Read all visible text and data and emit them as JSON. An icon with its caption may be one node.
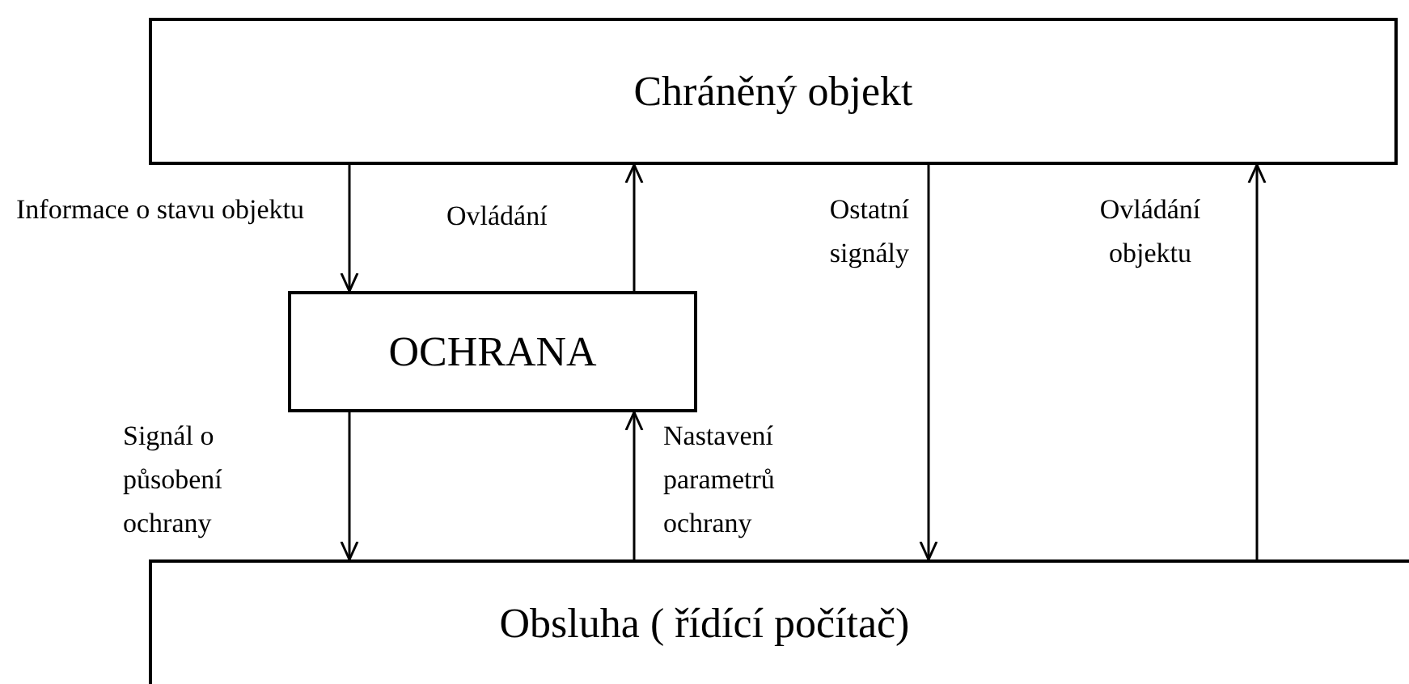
{
  "diagram": {
    "nodes": [
      {
        "text": [
          "Chráněný objekt"
        ]
      },
      {
        "text": [
          "OCHRANA"
        ]
      },
      {
        "text": [
          "Obsluha ( řídící počítač)"
        ]
      }
    ],
    "edges": [
      {
        "from": 0,
        "to": 1,
        "arrow": "to",
        "label": "Informace o stavu objektu"
      },
      {
        "from": 1,
        "to": 0,
        "arrow": "to",
        "label": "Ovládání"
      },
      {
        "from": 0,
        "to": 2,
        "arrow": "to",
        "label": "Ostatní signály"
      },
      {
        "from": 2,
        "to": 0,
        "arrow": "to",
        "label": "Ovládání objektu"
      },
      {
        "from": 1,
        "to": 2,
        "arrow": "to",
        "label": "Signál o působení ochrany"
      },
      {
        "from": 2,
        "to": 1,
        "arrow": "to",
        "label": "Nastavení parametrů ochrany"
      }
    ]
  }
}
